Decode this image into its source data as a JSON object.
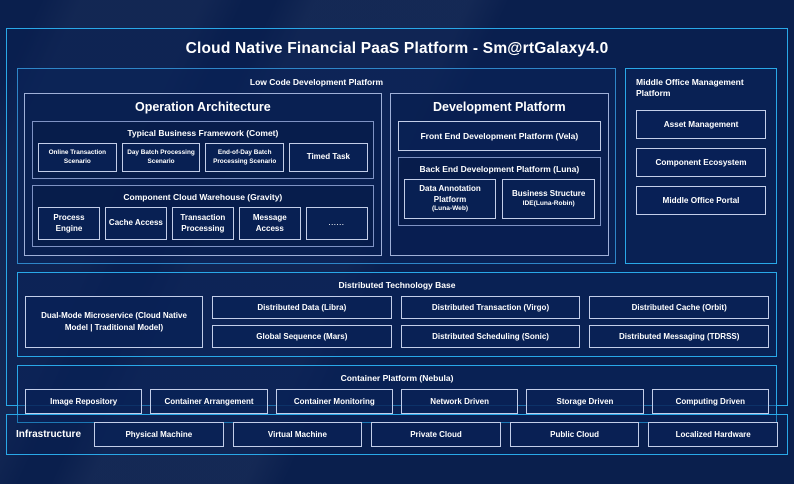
{
  "title": "Cloud Native Financial PaaS Platform - Sm@rtGalaxy4.0",
  "low_code": {
    "header": "Low Code Development Platform",
    "operation": {
      "title": "Operation Architecture",
      "groups": [
        {
          "title": "Typical Business Framework (Comet)",
          "items": [
            "Online Transaction Scenario",
            "Day Batch Processing Scenario",
            "End-of-Day Batch Processing Scenario",
            "Timed Task"
          ]
        },
        {
          "title": "Component Cloud Warehouse (Gravity)",
          "items": [
            "Process Engine",
            "Cache Access",
            "Transaction Processing",
            "Message Access",
            "......"
          ]
        }
      ]
    },
    "development": {
      "title": "Development Platform",
      "front_end": "Front End Development Platform (Vela)",
      "back_end": {
        "title": "Back End Development Platform (Luna)",
        "items": [
          {
            "main": "Data Annotation Platform",
            "sub": "(Luna-Web)"
          },
          {
            "main": "Business Structure",
            "sub": "IDE(Luna-Robin)"
          }
        ]
      }
    }
  },
  "middle_office": {
    "title": "Middle Office Management Platform",
    "items": [
      "Asset Management",
      "Component Ecosystem",
      "Middle Office Portal"
    ]
  },
  "distributed": {
    "header": "Distributed Technology Base",
    "primary": "Dual-Mode Microservice (Cloud Native Model | Traditional Model)",
    "columns": [
      {
        "top": "Distributed Data (Libra)",
        "bottom": "Global Sequence (Mars)"
      },
      {
        "top": "Distributed Transaction (Virgo)",
        "bottom": "Distributed Scheduling (Sonic)"
      },
      {
        "top": "Distributed Cache (Orbit)",
        "bottom": "Distributed Messaging (TDRSS)"
      }
    ]
  },
  "container": {
    "header": "Container Platform (Nebula)",
    "items": [
      "Image Repository",
      "Container Arrangement",
      "Container Monitoring",
      "Network Driven",
      "Storage Driven",
      "Computing Driven"
    ]
  },
  "infrastructure": {
    "label": "Infrastructure",
    "items": [
      "Physical Machine",
      "Virtual Machine",
      "Private Cloud",
      "Public Cloud",
      "Localized Hardware"
    ]
  },
  "colors": {
    "background": "#0a1f4d",
    "accent_border": "#29a8e8",
    "box_border": "#c3cee9",
    "text": "#ffffff"
  }
}
